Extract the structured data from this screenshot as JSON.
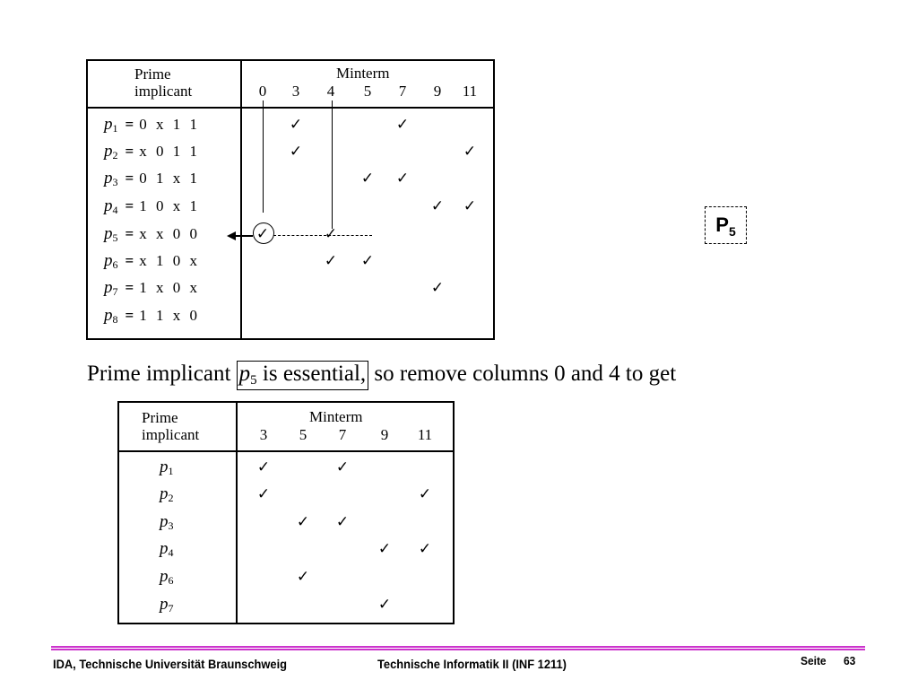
{
  "table1": {
    "col_header": "Prime implicant",
    "col_header_line1": "Prime",
    "col_header_line2": "implicant",
    "minterm_header": "Minterm",
    "minterms": [
      "0",
      "3",
      "4",
      "5",
      "7",
      "9",
      "11"
    ],
    "rows": [
      {
        "name": "p",
        "sub": "1",
        "bits": "0 x 1 1",
        "checks": [
          "3",
          "7"
        ]
      },
      {
        "name": "p",
        "sub": "2",
        "bits": "x 0 1 1",
        "checks": [
          "3",
          "11"
        ]
      },
      {
        "name": "p",
        "sub": "3",
        "bits": "0 1 x 1",
        "checks": [
          "5",
          "7"
        ]
      },
      {
        "name": "p",
        "sub": "4",
        "bits": "1 0 x 1",
        "checks": [
          "9",
          "11"
        ]
      },
      {
        "name": "p",
        "sub": "5",
        "bits": "x x 0 0",
        "checks": [
          "0",
          "4"
        ]
      },
      {
        "name": "p",
        "sub": "6",
        "bits": "x 1 0 x",
        "checks": [
          "4",
          "5"
        ]
      },
      {
        "name": "p",
        "sub": "7",
        "bits": "1 x 0 x",
        "checks": [
          "9"
        ]
      },
      {
        "name": "p",
        "sub": "8",
        "bits": "1 1 x 0",
        "checks": []
      }
    ],
    "eq_symbol": "=",
    "check_symbol": "✓"
  },
  "annotation": {
    "label": "P",
    "sub": "5"
  },
  "sentence": {
    "before": "Prime implicant ",
    "p": "p",
    "sub": "5",
    "boxed_rest": " is essential,",
    "after": " so remove columns 0 and 4 to get"
  },
  "table2": {
    "col_header_line1": "Prime",
    "col_header_line2": "implicant",
    "minterm_header": "Minterm",
    "minterms": [
      "3",
      "5",
      "7",
      "9",
      "11"
    ],
    "rows": [
      {
        "name": "p",
        "sub": "1",
        "checks": [
          "3",
          "7"
        ]
      },
      {
        "name": "p",
        "sub": "2",
        "checks": [
          "3",
          "11"
        ]
      },
      {
        "name": "p",
        "sub": "3",
        "checks": [
          "5",
          "7"
        ]
      },
      {
        "name": "p",
        "sub": "4",
        "checks": [
          "9",
          "11"
        ]
      },
      {
        "name": "p",
        "sub": "6",
        "checks": [
          "5"
        ]
      },
      {
        "name": "p",
        "sub": "7",
        "checks": [
          "9"
        ]
      }
    ]
  },
  "footer": {
    "left": "IDA, Technische Universität Braunschweig",
    "center": "Technische Informatik II (INF 1211)",
    "page_label": "Seite",
    "page_number": "63",
    "accent_color": "#cc33cc"
  }
}
